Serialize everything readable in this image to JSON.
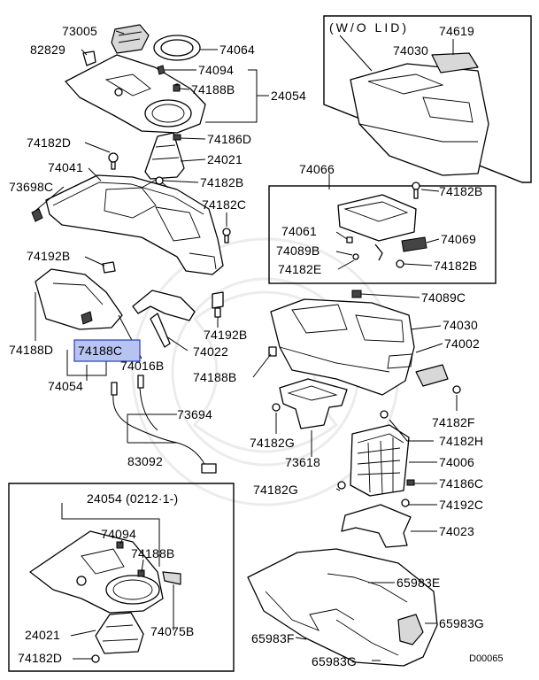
{
  "diagram_id": "D00065",
  "highlight_color": "#b7c4f2",
  "inset_top_right": {
    "heading": "(W/O LID)"
  },
  "inset_bottom_left": {
    "heading": "24054 (0212·1-)"
  },
  "labels": {
    "p73005": "73005",
    "p82829": "82829",
    "p74064": "74064",
    "p74094": "74094",
    "p74188B_top": "74188B",
    "p24054": "24054",
    "p74186D": "74186D",
    "p74182D": "74182D",
    "p24021": "24021",
    "p74041": "74041",
    "p74182B_a": "74182B",
    "p73698C": "73698C",
    "p74182C": "74182C",
    "p74192B_a": "74192B",
    "p74188D": "74188D",
    "p74188C": "74188C",
    "p74016B": "74016B",
    "p74054": "74054",
    "p74022": "74022",
    "p74192B_b": "74192B",
    "p74188B_mid": "74188B",
    "p73694": "73694",
    "p83092": "83092",
    "p74619": "74619",
    "p74030_a": "74030",
    "p74066": "74066",
    "p74182B_b": "74182B",
    "p74061": "74061",
    "p74069": "74069",
    "p74089B": "74089B",
    "p74182E": "74182E",
    "p74182B_c": "74182B",
    "p74089C": "74089C",
    "p74030_b": "74030",
    "p74002": "74002",
    "p74182F": "74182F",
    "p74182G_a": "74182G",
    "p74182H": "74182H",
    "p73618": "73618",
    "p74006": "74006",
    "p74182G_b": "74182G",
    "p74186C": "74186C",
    "p74192C": "74192C",
    "p74023": "74023",
    "p74094_b": "74094",
    "p74188B_b": "74188B",
    "p24021_b": "24021",
    "p74075B": "74075B",
    "p74182D_b": "74182D",
    "p65983E": "65983E",
    "p65983G_a": "65983G",
    "p65983F": "65983F",
    "p65983G_b": "65983G"
  }
}
